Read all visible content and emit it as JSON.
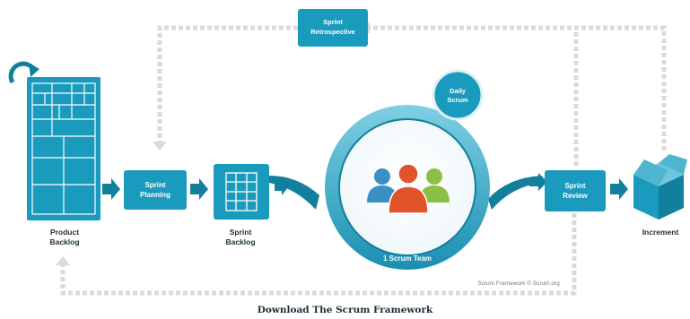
{
  "colors": {
    "teal": "#1a9bbd",
    "teal_dark": "#127f9c",
    "teal_light": "#6dc6dc",
    "arrow_gray": "#d6dbde",
    "person_blue": "#3a8fc4",
    "person_orange": "#e2532c",
    "person_green": "#8cbf45",
    "text_dark": "#1d2d35"
  },
  "diagram": {
    "product_backlog": {
      "line1": "Product",
      "line2": "Backlog",
      "icon": "refresh-arrow-icon"
    },
    "sprint_planning": {
      "line1": "Sprint",
      "line2": "Planning"
    },
    "sprint_backlog": {
      "line1": "Sprint",
      "line2": "Backlog",
      "icon": "grid-icon"
    },
    "daily_scrum": {
      "line1": "Daily",
      "line2": "Scrum"
    },
    "scrum_team": {
      "label": "1 Scrum Team",
      "icon": "team-people-icon"
    },
    "sprint_review": {
      "line1": "Sprint",
      "line2": "Review"
    },
    "sprint_retrospective": {
      "line1": "Sprint",
      "line2": "Retrospective"
    },
    "increment": {
      "label": "Increment",
      "icon": "box-icon"
    },
    "copyright": "Scrum Framework © Scrum.org"
  },
  "caption": "Download The Scrum Framework"
}
